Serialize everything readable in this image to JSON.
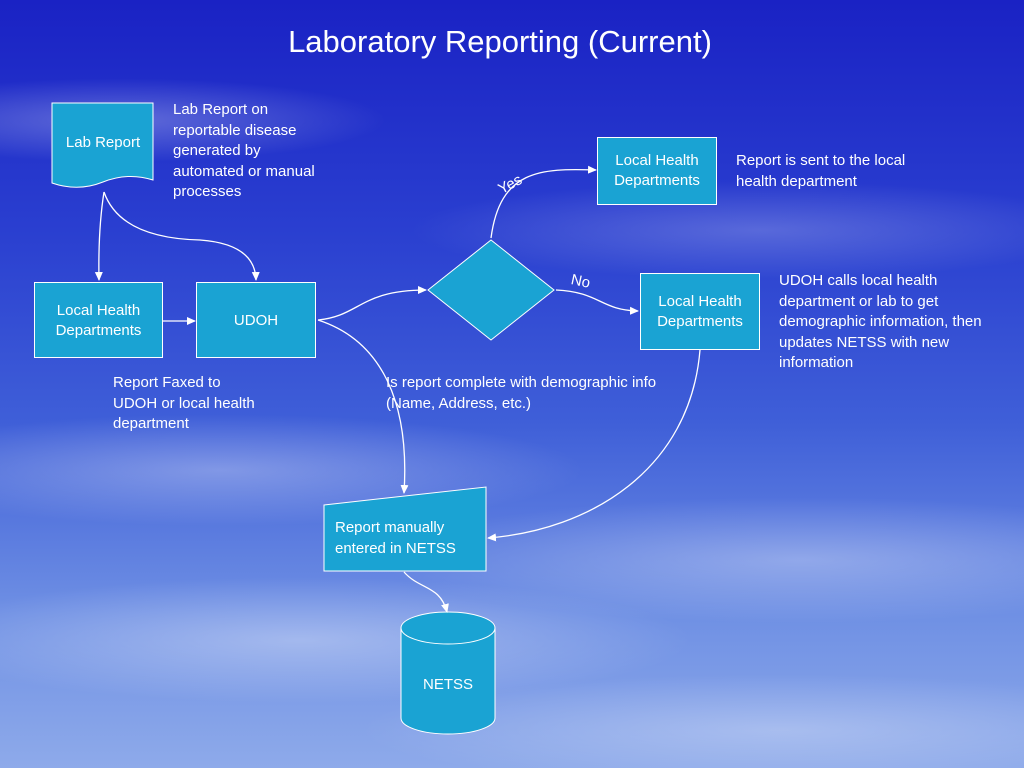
{
  "title": "Laboratory Reporting (Current)",
  "nodes": {
    "lab_report": "Lab Report",
    "lhd_left": "Local Health Departments",
    "udoh": "UDOH",
    "lhd_top": "Local Health Departments",
    "lhd_right": "Local Health Departments",
    "manual_entry": "Report manually entered in NETSS",
    "netss": "NETSS"
  },
  "notes": {
    "lab_report_note": "Lab Report on reportable disease generated by automated or manual processes",
    "faxed_note": "Report Faxed to UDOH or local health department",
    "decision_note": "Is report complete with demographic info (Name, Address, etc.)",
    "sent_note": "Report is sent to the local health department",
    "calls_note": "UDOH calls local health department or lab to get demographic information, then updates NETSS with new information"
  },
  "edges": {
    "yes": "Yes",
    "no": "No"
  },
  "colors": {
    "shape_fill": "#1aa3d3",
    "line": "#ffffff"
  }
}
